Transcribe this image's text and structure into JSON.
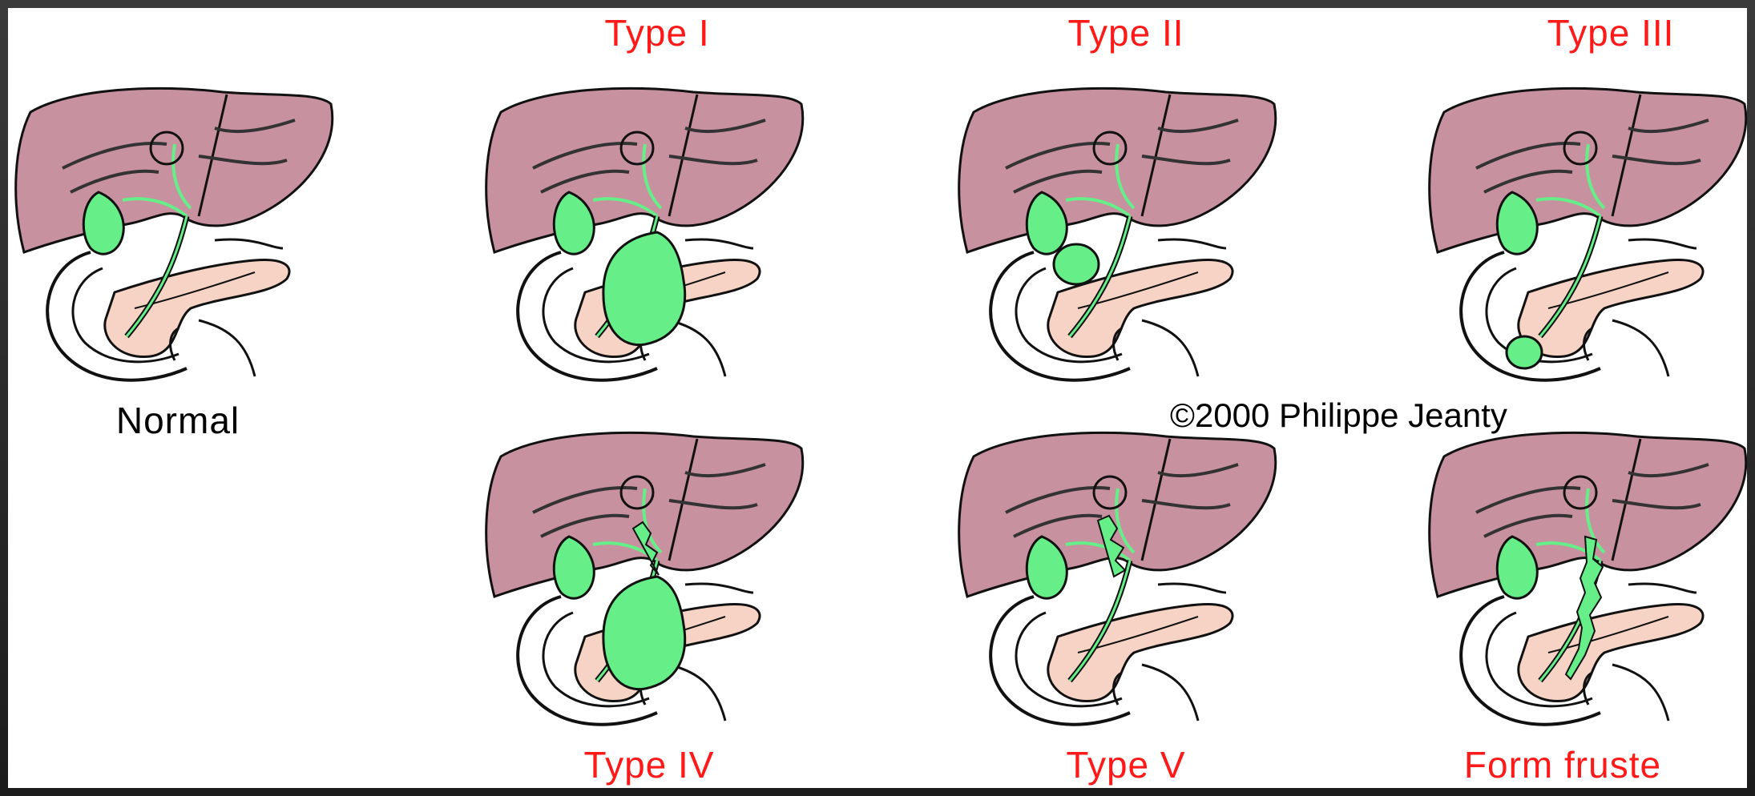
{
  "labels": {
    "normal": "Normal",
    "type1": "Type I",
    "type2": "Type II",
    "type3": "Type III",
    "type4": "Type IV",
    "type5": "Type V",
    "form_fruste": "Form fruste"
  },
  "copyright": "©2000 Philippe Jeanty",
  "colors": {
    "liver": "#c8919f",
    "pancreas": "#f6d3c4",
    "bile": "#66ee88",
    "label": "#ff1a1a",
    "outline": "#111111"
  },
  "panels": [
    {
      "id": "normal",
      "cyst": "none"
    },
    {
      "id": "type1",
      "cyst": "fusiform-cbd"
    },
    {
      "id": "type2",
      "cyst": "diverticulum"
    },
    {
      "id": "type3",
      "cyst": "choledochocele"
    },
    {
      "id": "type4",
      "cyst": "fusiform-plus-intrahepatic"
    },
    {
      "id": "type5",
      "cyst": "intrahepatic-only"
    },
    {
      "id": "form_fruste",
      "cyst": "irregular-duct"
    }
  ]
}
